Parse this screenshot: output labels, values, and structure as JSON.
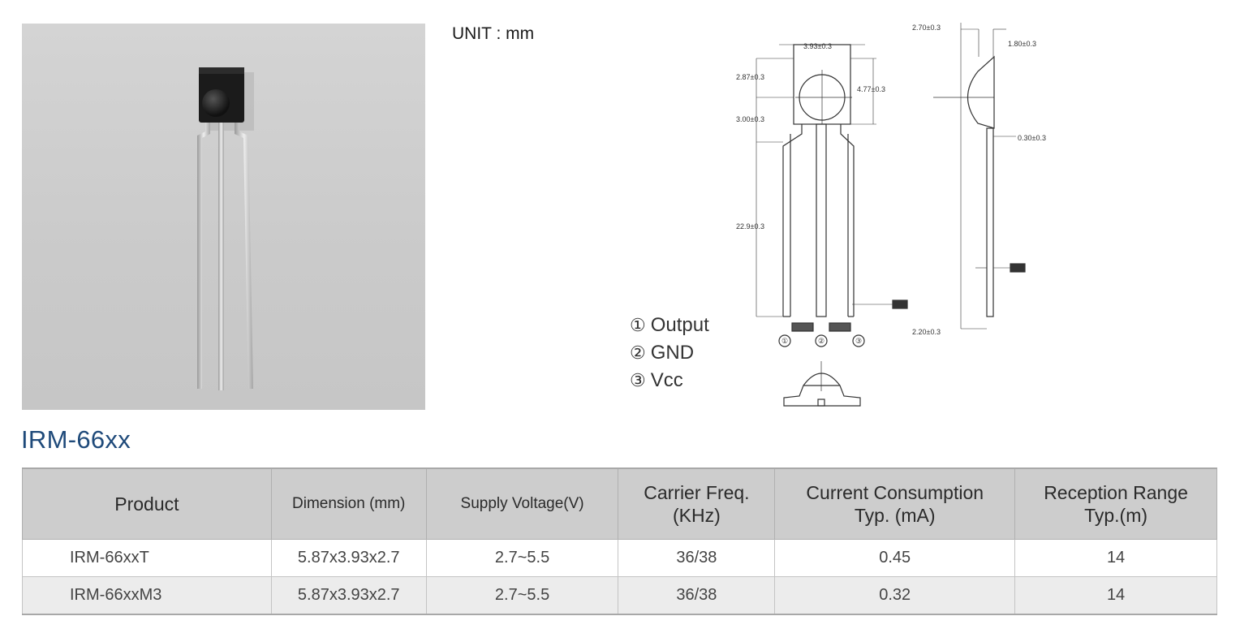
{
  "unit_label": "UNIT : mm",
  "drawing": {
    "dims": {
      "front_width": "3.93±0.3",
      "upper_height": "2.87±0.3",
      "body_height": "4.77±0.3",
      "shoulder": "3.00±0.3",
      "lead_length": "22.9±0.3",
      "side_top": "2.70±0.3",
      "side_depth": "1.80±0.3",
      "side_lead": "0.30±0.3",
      "side_bottom": "2.20±0.3"
    },
    "pin_markers": [
      "①",
      "②",
      "③"
    ]
  },
  "pins": [
    {
      "number": "①",
      "label": "Output"
    },
    {
      "number": "②",
      "label": "GND"
    },
    {
      "number": "③",
      "label": "Vcc"
    }
  ],
  "product_title": "IRM-66xx",
  "table": {
    "headers": [
      [
        "Product"
      ],
      [
        "Dimension (mm)"
      ],
      [
        "Supply Voltage(V)"
      ],
      [
        "Carrier Freq.",
        "(KHz)"
      ],
      [
        "Current Consumption",
        "Typ. (mA)"
      ],
      [
        "Reception Range",
        "Typ.(m)"
      ]
    ],
    "rows": [
      [
        "IRM-66xxT",
        "5.87x3.93x2.7",
        "2.7~5.5",
        "36/38",
        "0.45",
        "14"
      ],
      [
        "IRM-66xxM3",
        "5.87x3.93x2.7",
        "2.7~5.5",
        "36/38",
        "0.32",
        "14"
      ]
    ]
  }
}
